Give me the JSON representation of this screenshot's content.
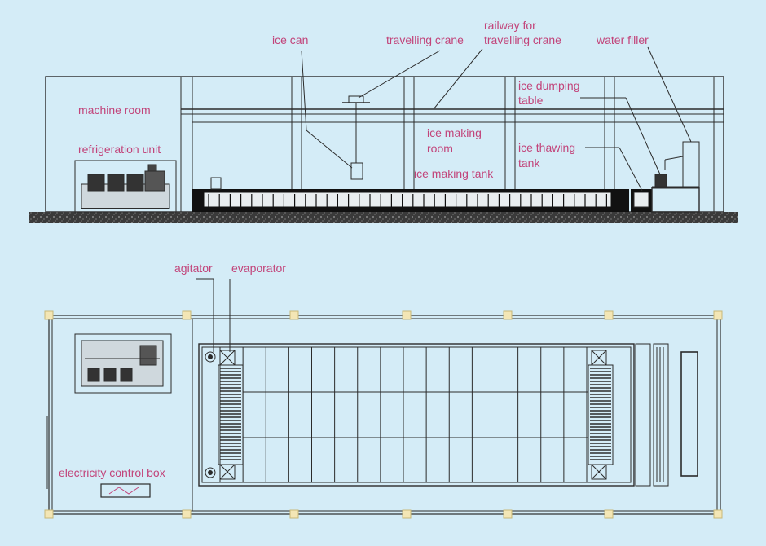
{
  "labels": {
    "ice_can": "ice can",
    "travelling_crane": "travelling crane",
    "railway_line1": "railway for",
    "railway_line2": "travelling crane",
    "water_filler": "water filler",
    "machine_room": "machine room",
    "ice_dumping_line1": "ice dumping",
    "ice_dumping_line2": "table",
    "ice_making_room_line1": "ice making",
    "ice_making_room_line2": "room",
    "refrigeration_unit": "refrigeration unit",
    "ice_thawing_line1": "ice thawing",
    "ice_thawing_line2": "tank",
    "ice_making_tank": "ice making tank",
    "agitator": "agitator",
    "evaporator": "evaporator",
    "electricity_control_box": "electricity control box"
  },
  "colors": {
    "background": "#d4ecf7",
    "label": "#c2447a",
    "line": "#2b2b2b",
    "column_marker": "#f3e6b5"
  }
}
